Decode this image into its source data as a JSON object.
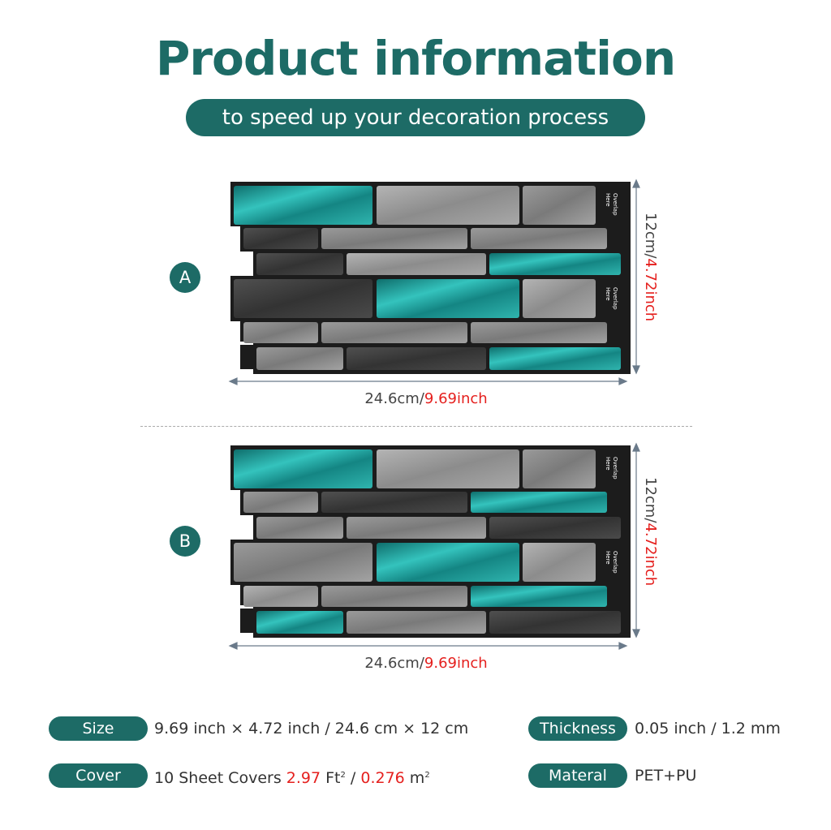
{
  "header": {
    "title": "Product information",
    "subtitle": "to speed up your decoration process"
  },
  "panels": [
    {
      "label": "A",
      "width_cm": "24.6cm/",
      "width_in": "9.69inch",
      "height_cm": "12cm/",
      "height_in": "4.72inch",
      "overlap_top": "Overlap Here",
      "overlap_mid": "Overlap Here"
    },
    {
      "label": "B",
      "width_cm": "24.6cm/",
      "width_in": "9.69inch",
      "height_cm": "12cm/",
      "height_in": "4.72inch",
      "overlap_top": "Overlap Here",
      "overlap_mid": "Overlap Here"
    }
  ],
  "specs": {
    "size_label": "Size",
    "size_value": "9.69 inch × 4.72 inch / 24.6 cm × 12 cm",
    "thickness_label": "Thickness",
    "thickness_value": "0.05 inch / 1.2 mm",
    "cover_label": "Cover",
    "cover_prefix": "10 Sheet Covers ",
    "cover_ft": "2.97",
    "cover_ft_unit": " Ft",
    "cover_ft_sup": "2",
    "cover_sep": " / ",
    "cover_m": "0.276",
    "cover_m_unit": " m",
    "cover_m_sup": "2",
    "material_label": "Materal",
    "material_value": "PET+PU"
  },
  "colors": {
    "teal": "#1d6b66",
    "accent_red": "#e5201e",
    "tile_teal": "#1fa3a0",
    "tile_gray": "#8a8a8a",
    "tile_dark": "#3a3a3a"
  }
}
